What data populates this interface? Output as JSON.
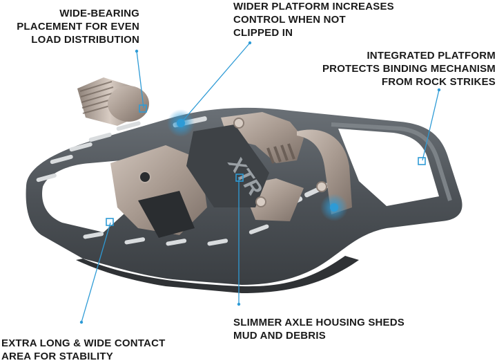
{
  "callouts": {
    "wide_bearing": [
      "WIDE-BEARING",
      "PLACEMENT FOR EVEN",
      "LOAD DISTRIBUTION"
    ],
    "wider_platform": [
      "WIDER PLATFORM INCREASES",
      "CONTROL WHEN NOT",
      "CLIPPED IN"
    ],
    "integrated_platform": [
      "INTEGRATED PLATFORM",
      "PROTECTS BINDING MECHANISM",
      "FROM ROCK STRIKES"
    ],
    "slimmer_axle": [
      "SLIMMER AXLE HOUSING SHEDS",
      "MUD AND DEBRIS"
    ],
    "extra_long": [
      "EXTRA LONG & WIDE CONTACT",
      "AREA FOR STABILITY"
    ]
  },
  "product": {
    "logo_text": "XTR"
  },
  "colors": {
    "callout_line": "#2e9bd6",
    "body_gray": "#4d5257",
    "metal": "#a89a90",
    "text": "#1a1a1a"
  }
}
